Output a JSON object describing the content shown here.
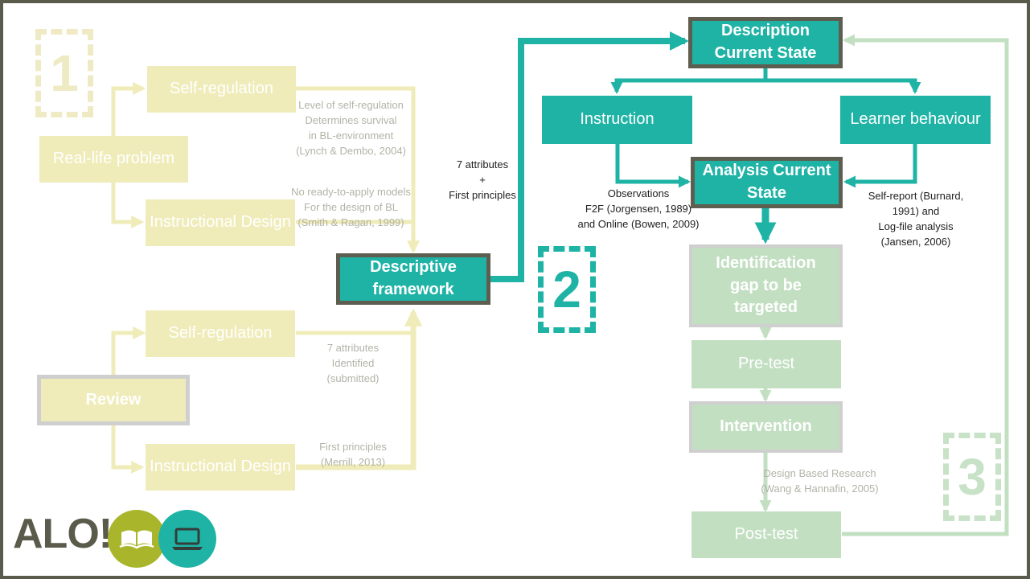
{
  "stage1": {
    "badge": "1",
    "self_regulation": "Self-regulation",
    "real_life_problem": "Real-life problem",
    "instructional_design": "Instructional Design",
    "note_self_regulation": [
      "Level of self-regulation",
      "Determines survival",
      "in BL-environment",
      "(Lynch & Dembo, 2004)"
    ],
    "note_instructional_design": [
      "No ready-to-apply models",
      "For the design of BL",
      "(Smith & Ragan, 1999)"
    ],
    "review": "Review",
    "self_regulation_2": "Self-regulation",
    "instructional_design_2": "Instructional Design",
    "note_attributes": [
      "7 attributes",
      "Identified",
      "(submitted)"
    ],
    "note_first_principles": [
      "First principles",
      "(Merrill, 2013)"
    ]
  },
  "stage2": {
    "badge": "2",
    "descriptive_framework": "Descriptive framework",
    "note_attributes": [
      "7 attributes",
      "+",
      "First principles"
    ]
  },
  "stage3": {
    "badge": "3",
    "description_current_state": "Description Current State",
    "instruction": "Instruction",
    "learner_behaviour": "Learner behaviour",
    "analysis_current_state": "Analysis Current State",
    "note_observations": [
      "Observations",
      "F2F (Jorgensen, 1989)",
      "and Online (Bowen, 2009)"
    ],
    "note_self_report": [
      "Self-report (Burnard,",
      "1991) and",
      "Log-file analysis",
      "(Jansen, 2006)"
    ],
    "identification_gap": "Identification gap to be targeted",
    "pre_test": "Pre-test",
    "intervention": "Intervention",
    "note_dbr": [
      "Design Based Research",
      "(Wang & Hannafin, 2005)"
    ],
    "post_test": "Post-test"
  },
  "logo": {
    "text": "ALO!",
    "book_icon": "open-book-icon",
    "laptop_icon": "laptop-icon"
  },
  "colors": {
    "border": "#5b5b4b",
    "stage1_fill": "#efecb9",
    "stage1_line": "#efecb9",
    "teal": "#1fb3a6",
    "stage3_fill": "#c3dfc2",
    "logo_olive": "#a9b52a"
  }
}
